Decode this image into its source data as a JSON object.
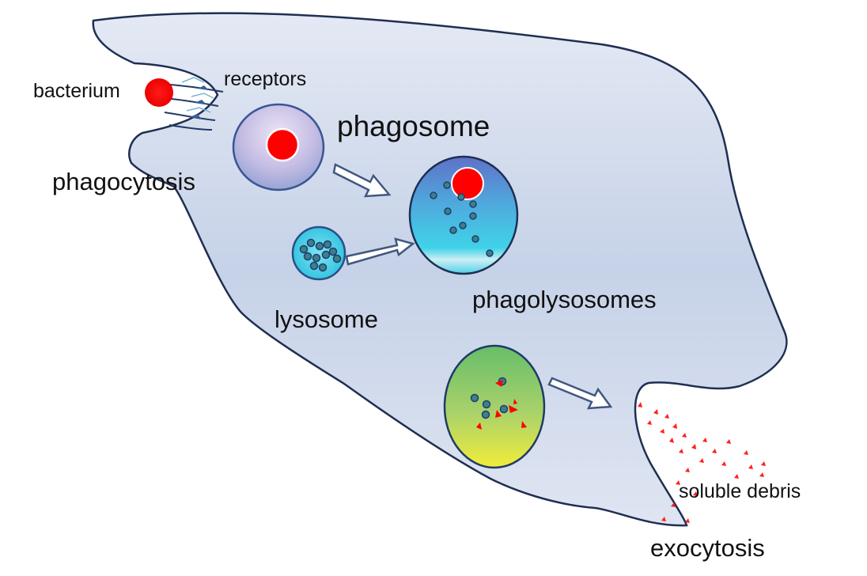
{
  "labels": {
    "bacterium": "bacterium",
    "receptors": "receptors",
    "phagocytosis": "phagocytosis",
    "phagosome": "phagosome",
    "lysosome": "lysosome",
    "phagolysosomes": "phagolysosomes",
    "soluble_debris": "soluble debris",
    "exocytosis": "exocytosis"
  },
  "colors": {
    "cell_fill": "#d5deee",
    "cell_stroke": "#1f2f52",
    "bacterium": "#ff0000",
    "granule": "#3f7f86",
    "arrow": "#40577f"
  },
  "structures": [
    "bacterium",
    "receptors",
    "phagosome",
    "lysosome",
    "phagolysosome",
    "digested-phagolysosome",
    "debris"
  ]
}
